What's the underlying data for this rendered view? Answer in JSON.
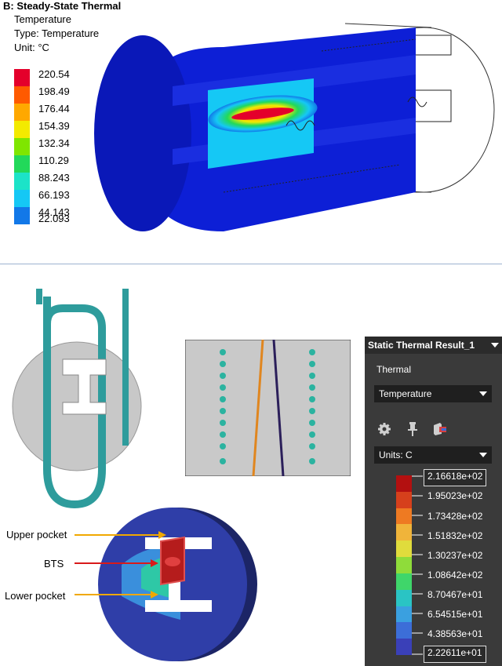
{
  "top_panel": {
    "title": "B: Steady-State Thermal",
    "lines": [
      "Temperature",
      "Type: Temperature",
      "Unit: °C"
    ],
    "legend": [
      {
        "label": "220.54",
        "color": "#e4002b"
      },
      {
        "label": "198.49",
        "color": "#ff5a00"
      },
      {
        "label": "176.44",
        "color": "#ffa800"
      },
      {
        "label": "154.39",
        "color": "#f3ea00"
      },
      {
        "label": "132.34",
        "color": "#7fe600"
      },
      {
        "label": "110.29",
        "color": "#22d95a"
      },
      {
        "label": "88.243",
        "color": "#1ce3c8"
      },
      {
        "label": "66.193",
        "color": "#15c8f5"
      },
      {
        "label": "44.143",
        "color": "#1278e8"
      },
      {
        "label": "22.093",
        "color": "#0d1fd6"
      }
    ]
  },
  "callouts": {
    "upper_pocket": "Upper pocket",
    "bts": "BTS",
    "lower_pocket": "Lower pocket"
  },
  "right_panel": {
    "title": "Static Thermal Result_1",
    "section": "Thermal",
    "quantity_dropdown": "Temperature",
    "units_dropdown": "Units: C",
    "icons": [
      "gear-icon",
      "pin-icon",
      "cube-probe-icon"
    ],
    "legend_max": "2.16618e+02",
    "legend_min": "2.22611e+01",
    "legend_ticks": [
      "1.95023e+02",
      "1.73428e+02",
      "1.51832e+02",
      "1.30237e+02",
      "1.08642e+02",
      "8.70467e+01",
      "6.54515e+01",
      "4.38563e+01"
    ],
    "legend_colors": [
      "#b31010",
      "#d6401c",
      "#ee7a22",
      "#f0b43a",
      "#e0dc3c",
      "#8fdc3a",
      "#3fd66a",
      "#2ac4c4",
      "#3aa0e0",
      "#3c6ed8",
      "#3a40b8"
    ]
  }
}
